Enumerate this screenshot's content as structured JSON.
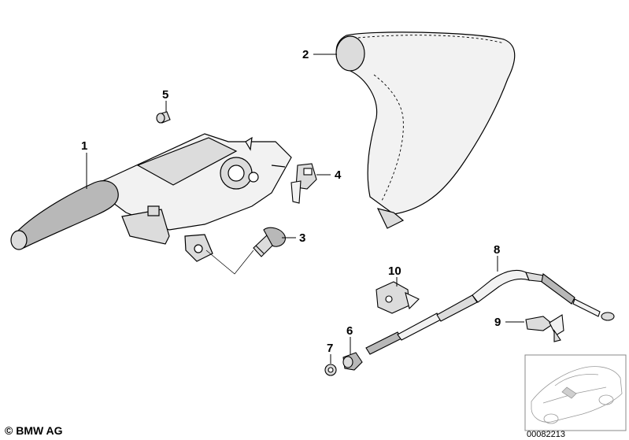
{
  "callouts": {
    "c1": "1",
    "c2": "2",
    "c3": "3",
    "c4": "4",
    "c5": "5",
    "c6": "6",
    "c7": "7",
    "c8": "8",
    "c9": "9",
    "c10": "10"
  },
  "copyright": "© BMW AG",
  "image_number": "00082213",
  "colors": {
    "line": "#000000",
    "fill_light": "#f2f2f2",
    "fill_mid": "#dcdcdc",
    "fill_dark": "#b8b8b8"
  }
}
